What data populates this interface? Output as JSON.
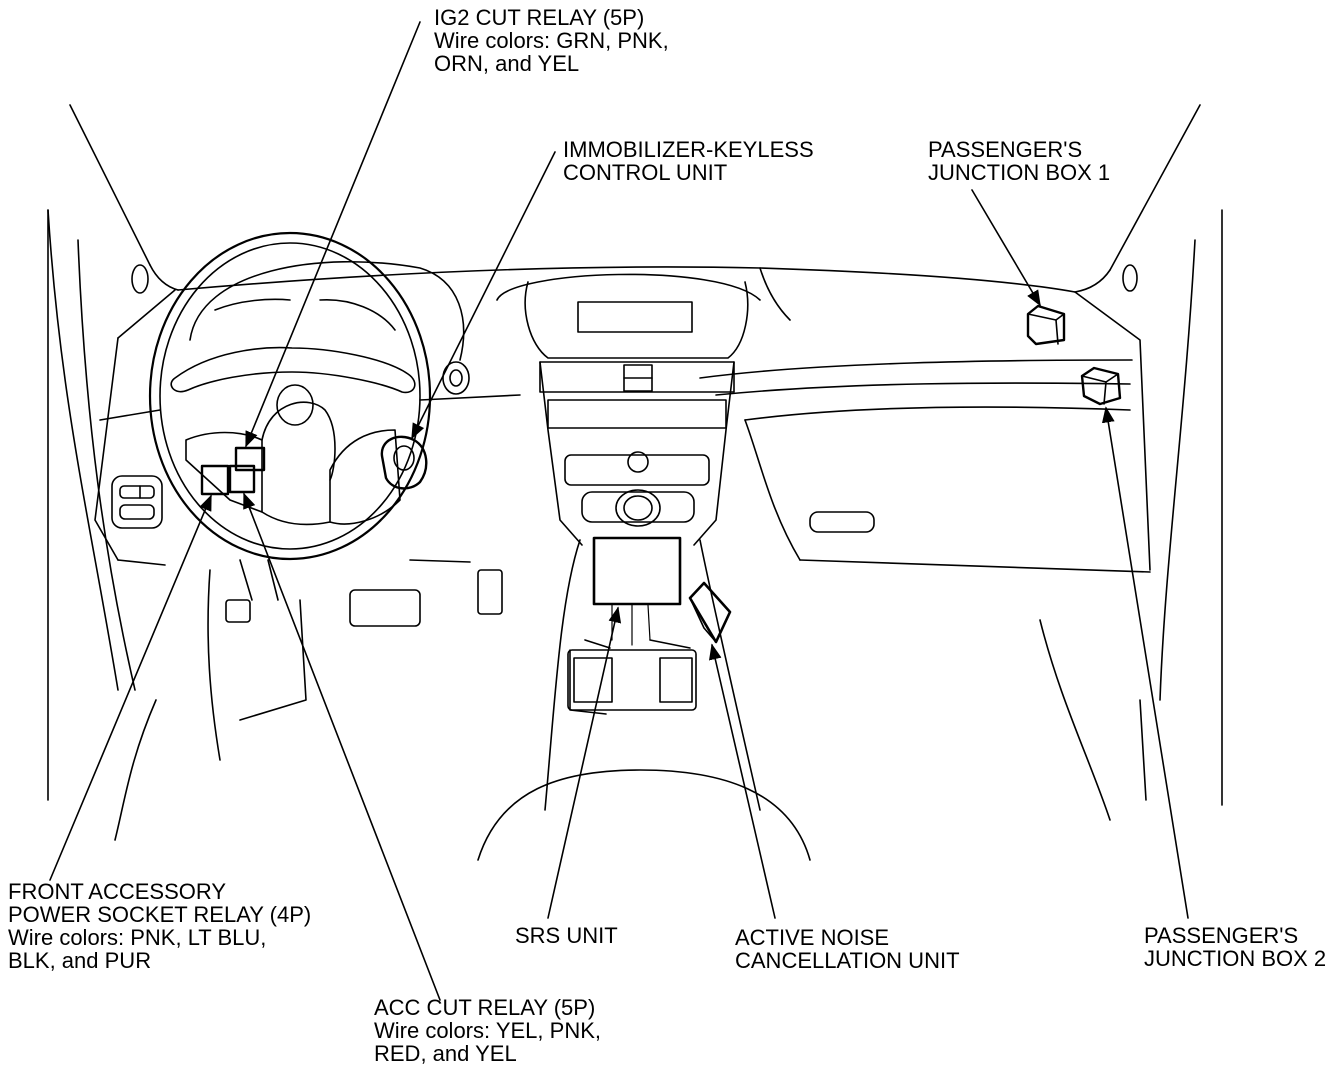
{
  "labels": {
    "ig2": {
      "line1": "IG2 CUT RELAY (5P)",
      "line2": "Wire colors: GRN, PNK,",
      "line3": "ORN, and YEL"
    },
    "immobilizer": {
      "line1": "IMMOBILIZER-KEYLESS",
      "line2": "CONTROL UNIT"
    },
    "jb1": {
      "line1": "PASSENGER'S",
      "line2": "JUNCTION BOX 1"
    },
    "front_acc": {
      "line1": "FRONT ACCESSORY",
      "line2": "POWER SOCKET RELAY (4P)",
      "line3": "Wire colors: PNK, LT BLU,",
      "line4": "BLK, and PUR"
    },
    "srs": {
      "line1": "SRS UNIT"
    },
    "anc": {
      "line1": "ACTIVE NOISE",
      "line2": "CANCELLATION UNIT"
    },
    "jb2": {
      "line1": "PASSENGER'S",
      "line2": "JUNCTION BOX 2"
    },
    "acc": {
      "line1": "ACC CUT RELAY (5P)",
      "line2": "Wire colors: YEL, PNK,",
      "line3": "RED, and YEL"
    }
  },
  "colors": {
    "ink": "#000000",
    "paper": "#ffffff"
  }
}
